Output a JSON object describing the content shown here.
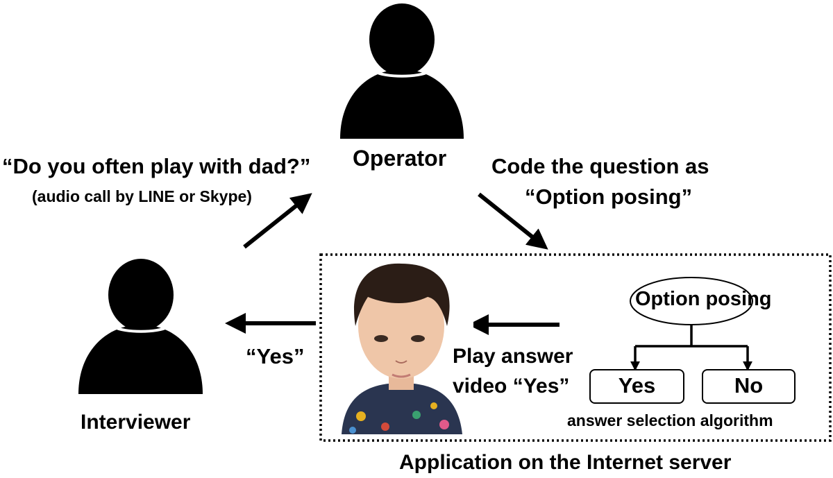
{
  "operator": {
    "label": "Operator",
    "icon": "person-icon"
  },
  "interviewer": {
    "label": "Interviewer",
    "icon": "person-icon"
  },
  "question": {
    "text": "“Do you often play with dad?”",
    "note": "(audio call by LINE or Skype)"
  },
  "coding": {
    "line1": "Code the question as",
    "line2": "“Option posing”"
  },
  "reply": {
    "text": "“Yes”"
  },
  "play": {
    "line1": "Play answer",
    "line2": "video “Yes”"
  },
  "algorithm": {
    "root": "Option posing",
    "options": [
      "Yes",
      "No"
    ],
    "caption": "answer selection algorithm"
  },
  "server": {
    "caption": "Application on the Internet server"
  },
  "child_photo": {
    "icon": "child-face-photo"
  },
  "colors": {
    "ink": "#000000",
    "background": "#ffffff"
  }
}
